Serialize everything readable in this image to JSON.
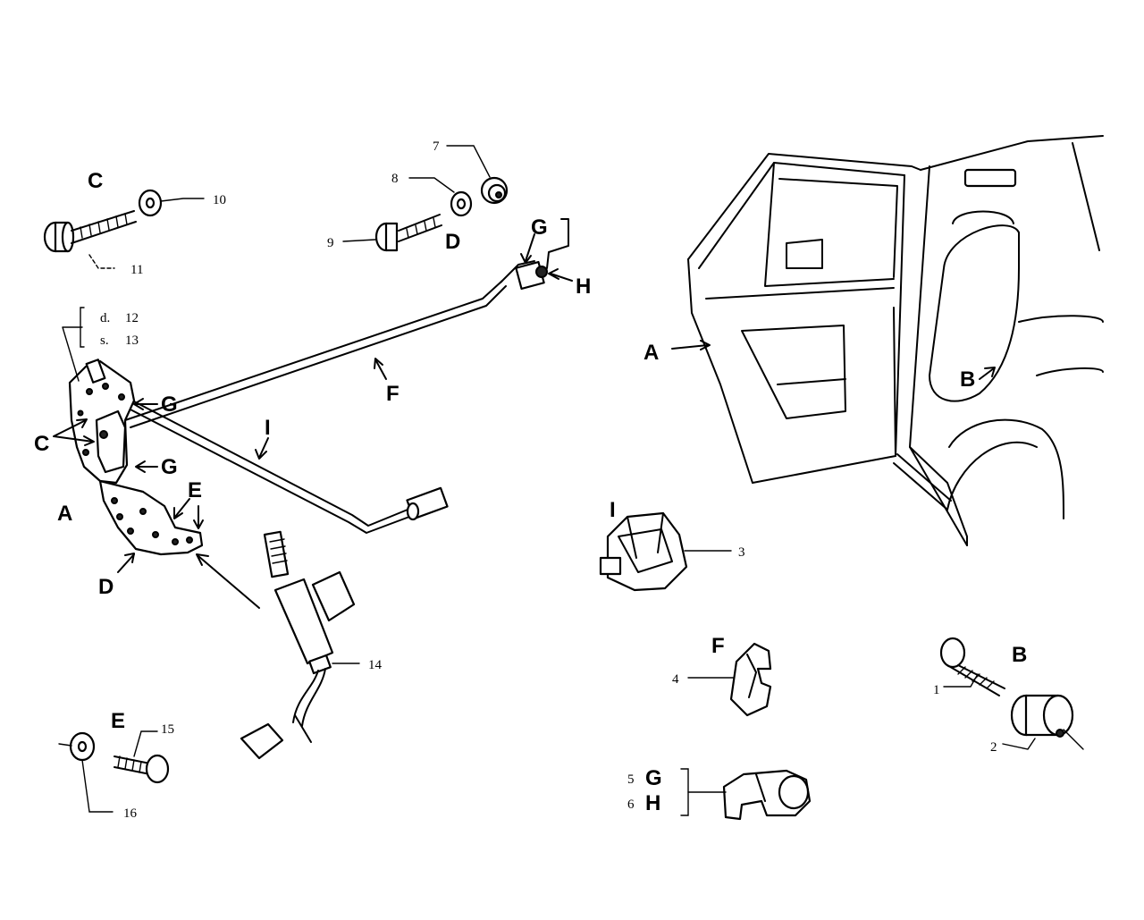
{
  "labels": {
    "C_top": "C",
    "n10": "10",
    "n11": "11",
    "n7": "7",
    "n8": "8",
    "n9": "9",
    "D_top": "D",
    "G_top": "G",
    "H_top": "H",
    "d12_prefix": "d.",
    "d12_num": "12",
    "s13_prefix": "s.",
    "s13_num": "13",
    "G_mid1": "G",
    "F_rod": "F",
    "C_left": "C",
    "G_mid2": "G",
    "I_rod": "I",
    "E_plate": "E",
    "A_left": "A",
    "D_left": "D",
    "n14": "14",
    "E_bolt": "E",
    "n15": "15",
    "n16": "16",
    "A_car": "A",
    "B_car": "B",
    "I_clip": "I",
    "n3": "3",
    "F_clip": "F",
    "n4": "4",
    "B_bolt": "B",
    "n1": "1",
    "n2": "2",
    "n5": "5",
    "G_bottom": "G",
    "n6": "6",
    "H_bottom": "H"
  }
}
